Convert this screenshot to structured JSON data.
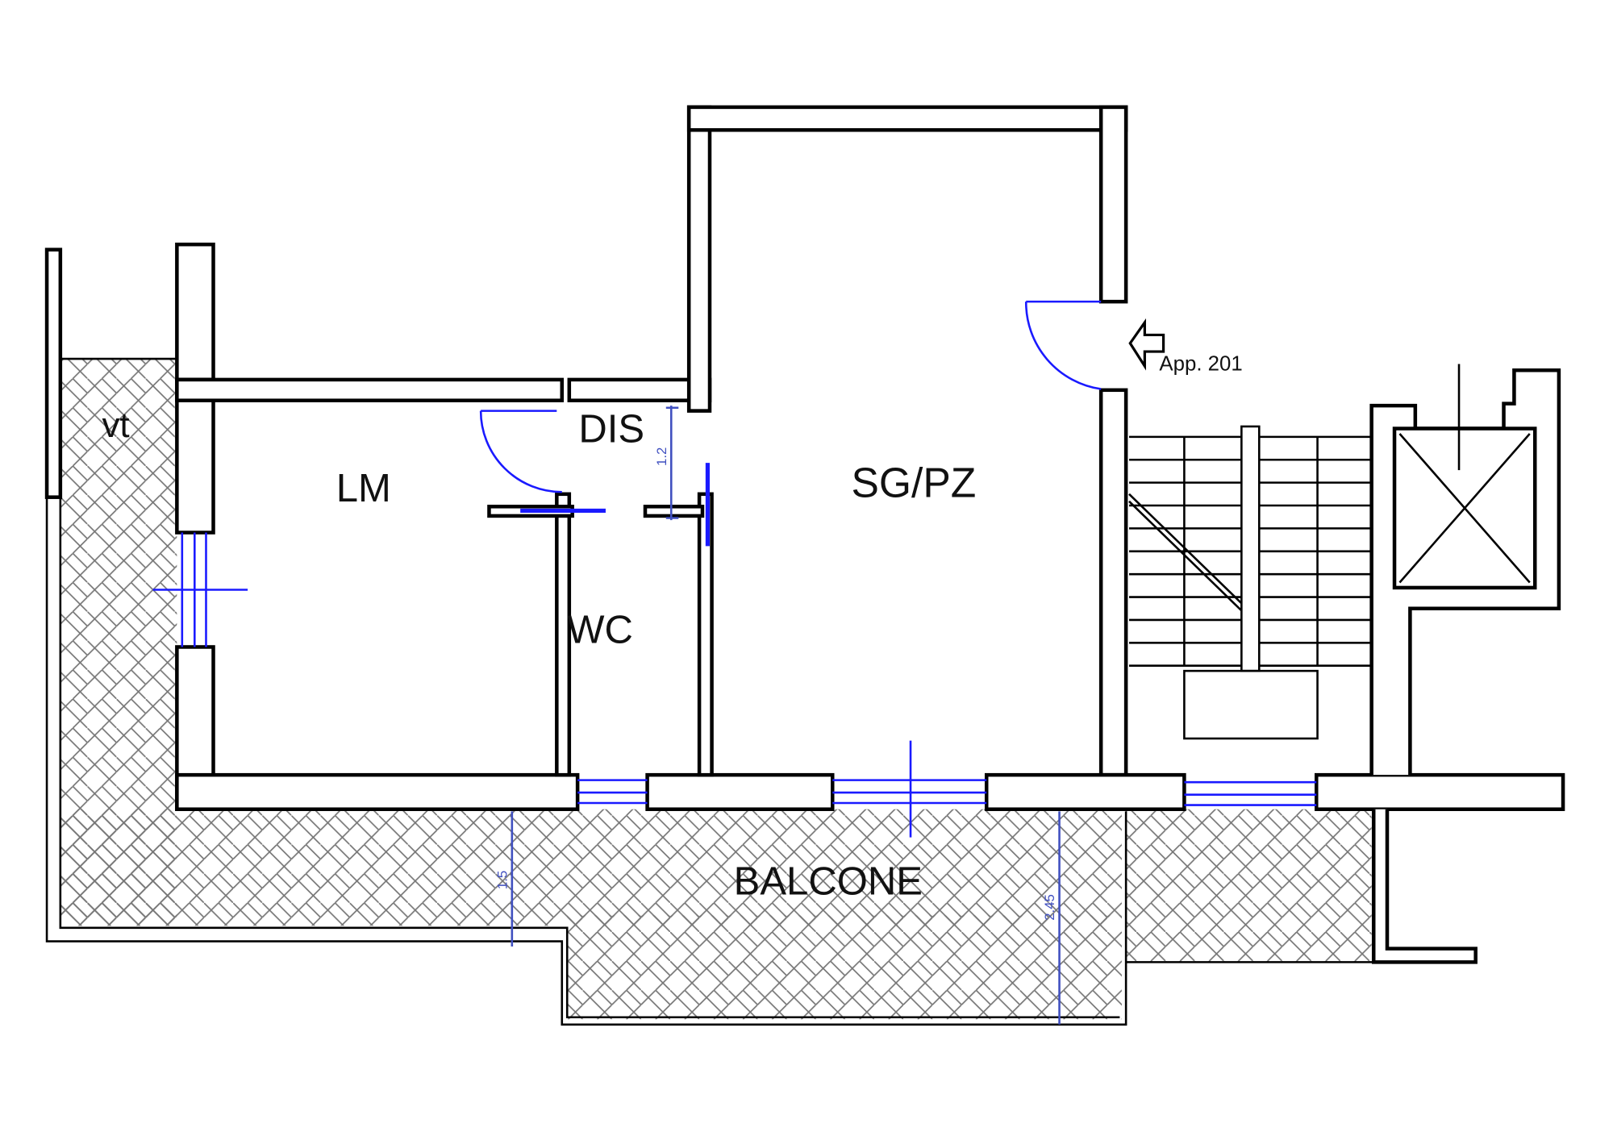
{
  "rooms": {
    "vt": "vt",
    "lm": "LM",
    "dis": "DIS",
    "wc": "WC",
    "sgpz": "SG/PZ",
    "balcone": "BALCONE"
  },
  "entrance": "App. 201",
  "dimensions": {
    "dis_width": "1.2",
    "balcony_left": "1.5",
    "balcony_right": "2.45"
  },
  "colors": {
    "walls": "#000000",
    "openings": "#1a1aff",
    "dimensions": "#4050c0"
  }
}
